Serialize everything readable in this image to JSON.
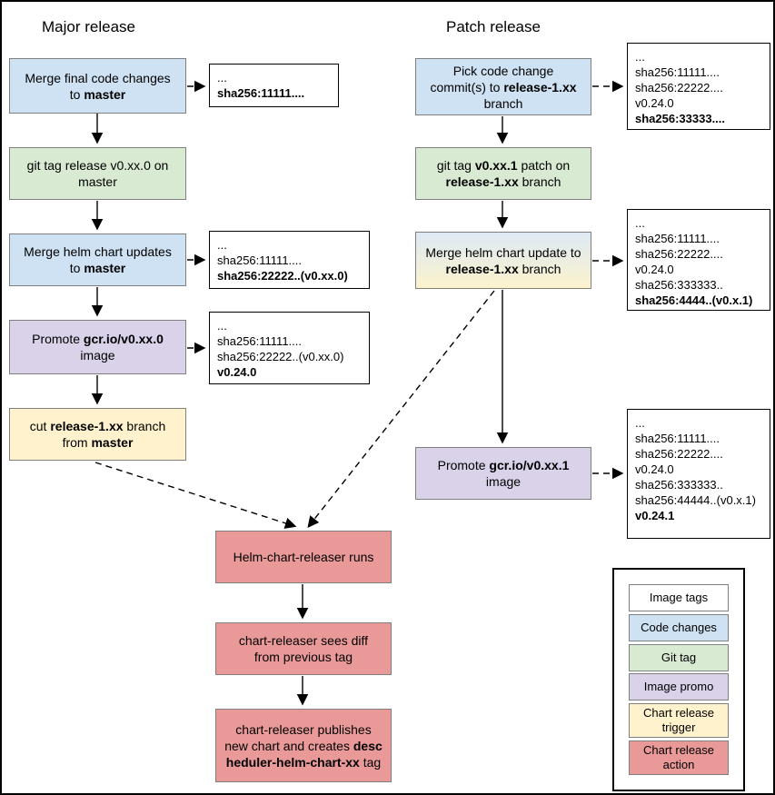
{
  "titles": {
    "major": "Major release",
    "patch": "Patch release"
  },
  "nodes": {
    "l1": {
      "s0": "Merge final code changes to ",
      "s1": "master"
    },
    "l2": {
      "s0": "git tag release v0.xx.0 on master"
    },
    "l3": {
      "s0": "Merge helm chart updates to ",
      "s1": "master"
    },
    "l4": {
      "s0": "Promote ",
      "s1": "gcr.io/v0.xx.0",
      "s2": " image"
    },
    "l5": {
      "s0": "cut ",
      "s1": "release-1.xx",
      "s2": " branch from ",
      "s3": "master"
    },
    "r1": {
      "s0": "Pick code change commit(s) to ",
      "s1": "release-1.xx",
      "s2": " branch"
    },
    "r2": {
      "s0": "git tag ",
      "s1": "v0.xx.1",
      "s2": " patch on ",
      "s3": "release-1.xx",
      "s4": " branch"
    },
    "r3": {
      "s0": "Merge helm chart update to ",
      "s1": "release-1.xx",
      "s2": " branch"
    },
    "r4": {
      "s0": "Promote ",
      "s1": "gcr.io/v0.xx.1",
      "s2": " image"
    },
    "c1": {
      "s0": "Helm-chart-releaser runs"
    },
    "c2": {
      "s0": "chart-releaser sees diff from previous tag"
    },
    "c3": {
      "s0": "chart-releaser publishes new chart and creates ",
      "s1": "descheduler-helm-chart-xx",
      "s2": " tag"
    }
  },
  "notes": {
    "n1": {
      "l0": "...",
      "l1": "sha256:11111...."
    },
    "n2": {
      "l0": "...",
      "l1": "sha256:11111....",
      "l2": "sha256:22222..(v0.xx.0)"
    },
    "n3": {
      "l0": "...",
      "l1": "sha256:11111....",
      "l2": "sha256:22222..(v0.xx.0)",
      "l3": "v0.24.0"
    },
    "rn1": {
      "l0": "...",
      "l1": "sha256:11111....",
      "l2": "sha256:22222....",
      "l3": "v0.24.0",
      "l4": "sha256:33333...."
    },
    "rn2": {
      "l0": "...",
      "l1": "sha256:11111....",
      "l2": "sha256:22222....",
      "l3": "v0.24.0",
      "l4": "sha256:333333..",
      "l5": "sha256:4444..(v0.x.1)"
    },
    "rn3": {
      "l0": "...",
      "l1": "sha256:11111....",
      "l2": "sha256:22222....",
      "l3": "v0.24.0",
      "l4": "sha256:333333..",
      "l5": "sha256:44444..(v0.x.1)",
      "l6": "v0.24.1"
    }
  },
  "legend": {
    "items": [
      {
        "label": "Image tags"
      },
      {
        "label": "Code changes"
      },
      {
        "label": "Git tag"
      },
      {
        "label": "Image promo"
      },
      {
        "label": "Chart release trigger"
      },
      {
        "label": "Chart release action"
      }
    ]
  },
  "colors": {
    "code_changes": "#cfe2f3",
    "git_tag": "#d9ead3",
    "image_promo": "#d9d2e9",
    "chart_release_trigger": "#fff2cc",
    "chart_release_action": "#ea9999",
    "image_tags": "#ffffff"
  }
}
